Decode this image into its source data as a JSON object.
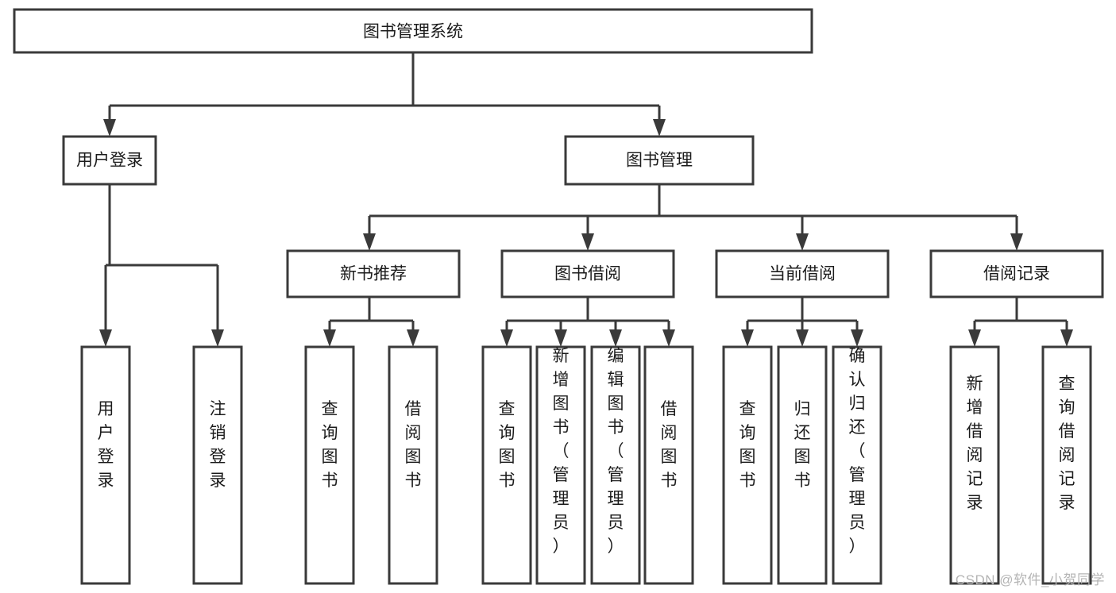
{
  "diagram": {
    "type": "tree-hierarchy",
    "title": "图书管理系统",
    "watermark": "CSDN @软件_小贺同学",
    "colors": {
      "stroke": "#3a3a3a",
      "box_fill": "#ffffff",
      "text": "#1b1b1b",
      "background": "#ffffff",
      "watermark": "#b4b4b4"
    },
    "root": {
      "label": "图书管理系统"
    },
    "level2": [
      {
        "label": "用户登录"
      },
      {
        "label": "图书管理"
      }
    ],
    "level3": [
      {
        "label": "新书推荐"
      },
      {
        "label": "图书借阅"
      },
      {
        "label": "当前借阅"
      },
      {
        "label": "借阅记录"
      }
    ],
    "leaves": {
      "user_login": [
        {
          "label": "用户登录"
        },
        {
          "label": "注销登录"
        }
      ],
      "new_book_recommend": [
        {
          "label": "查询图书"
        },
        {
          "label": "借阅图书"
        }
      ],
      "book_borrow": [
        {
          "label": "查询图书"
        },
        {
          "label": "新增图书（管理员）"
        },
        {
          "label": "编辑图书（管理员）"
        },
        {
          "label": "借阅图书"
        }
      ],
      "current_borrow": [
        {
          "label": "查询图书"
        },
        {
          "label": "归还图书"
        },
        {
          "label": "确认归还（管理员）"
        }
      ],
      "borrow_record": [
        {
          "label": "新增借阅记录"
        },
        {
          "label": "查询借阅记录"
        }
      ]
    }
  }
}
